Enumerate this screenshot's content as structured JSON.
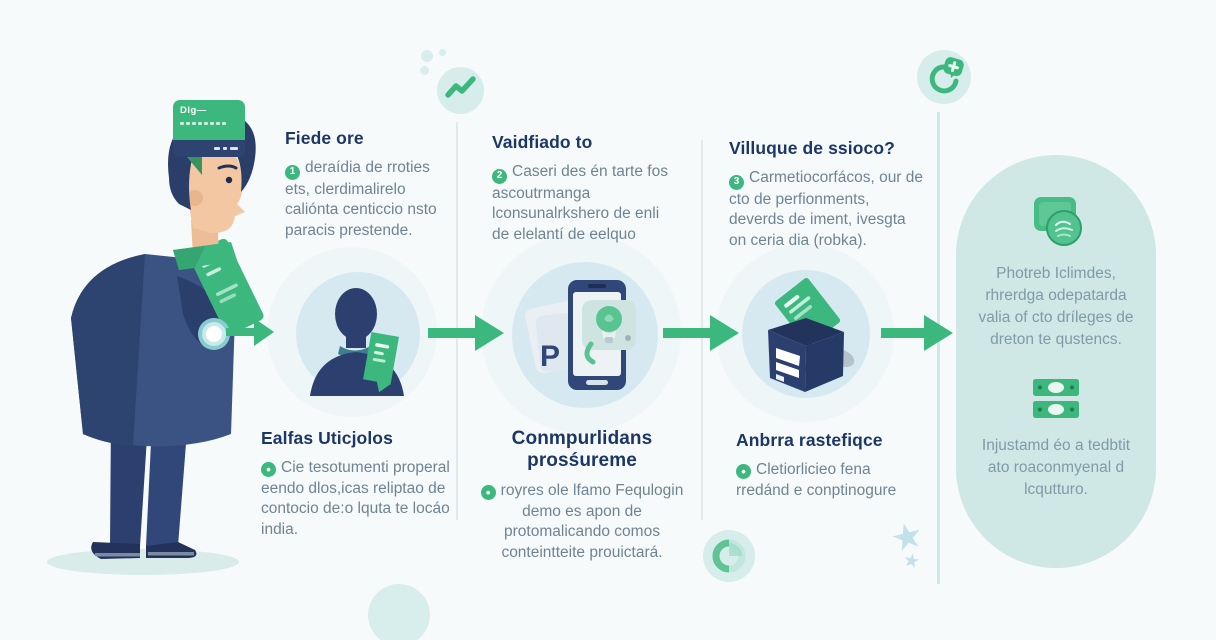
{
  "canvas": {
    "bg": "#f7fafa"
  },
  "speech_bubble": {
    "label": "DIg—"
  },
  "flow": {
    "phone_letter": "P"
  },
  "steps_top": [
    {
      "heading": "Fiede ore",
      "marker": "1",
      "body": "deraídia de rroties ets, clerdimalirelo caliónta centiccio nsto paracis prestende."
    },
    {
      "heading": "Vaidfiado to",
      "marker": "2",
      "body": "Caseri des én tarte fos ascoutrmanga lconsunalrkshero de enli de elelantí de eelquo"
    },
    {
      "heading": "Villuque de ssioco?",
      "marker": "3",
      "body": "Carmetiocorfácos, our de cto de perfionments, deverds de iment, ivesgta on ceria dia (robka)."
    }
  ],
  "steps_bottom": [
    {
      "heading": "Ealfas Uticjolos",
      "marker": "•",
      "body": "Cie tesotumenti properal eendo dlos,icas reliptao de contocio de:o lquta te locáo india."
    },
    {
      "heading": "Conmpurlidans prosśureme",
      "marker": "•",
      "body": "royres ole lfamo Fequlogin demo es apon de protomalicando comos conteintteite prouictará."
    },
    {
      "heading": "Anbrra rastefiqce",
      "marker": "•",
      "body": "Cletiorlicieo fena rredánd e conptinogure"
    }
  ],
  "sidebar": {
    "sections": [
      {
        "icon": "card-badge-icon",
        "text": "Photreb Iclimdes, rhrerdga odepatarda valia of cto dríleges de dreton te qustencs."
      },
      {
        "icon": "banknotes-icon",
        "text": "Injustamd éo a tedbtit ato roaconmyenal d lcqutturo."
      }
    ]
  },
  "icons": {
    "star": "★"
  },
  "colors": {
    "accent_green": "#3cb87e",
    "navy_illustration": "#2c4070",
    "heading_navy": "#1c3766",
    "body_text": "#6e8494",
    "step_circle_blue": "#d6e9f1",
    "teal_circle": "#d7edeb",
    "blob_bg": "#cfe8e5"
  }
}
